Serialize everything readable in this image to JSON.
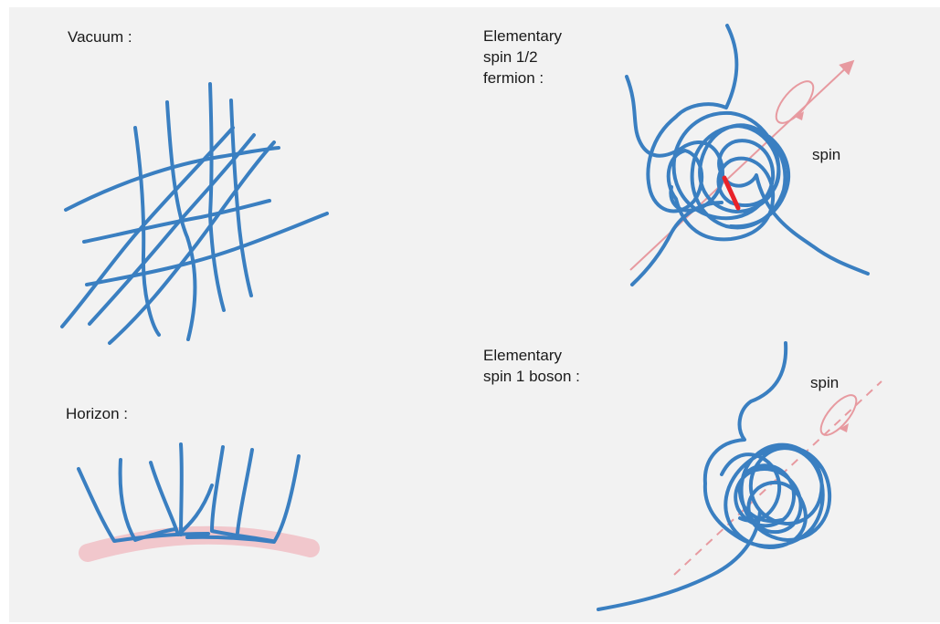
{
  "labels": {
    "vacuum": "Vacuum :",
    "horizon": "Horizon :",
    "fermion": [
      "Elementary",
      "spin 1/2",
      "fermion :"
    ],
    "boson": [
      "Elementary",
      "spin 1 boson :"
    ],
    "spin_fermion": "spin",
    "spin_boson": "spin"
  },
  "colors": {
    "background": "#f2f2f2",
    "strand": "#3a7fc1",
    "spin_axis": "#e79aa0",
    "horizon_band": "#f1c7cc",
    "spin_marker": "#e8232a"
  }
}
